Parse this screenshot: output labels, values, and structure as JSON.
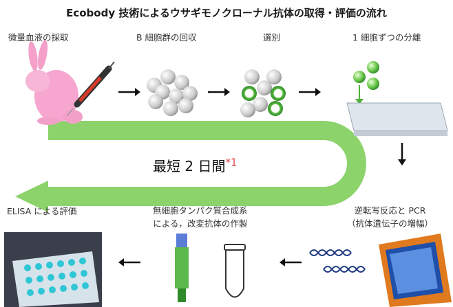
{
  "title": "Ecobody 技術によるウサギモノクローナル抗体の取得・評価の流れ",
  "steps": {
    "blood": "微量血液の採取",
    "bcell": "B 細胞群の回収",
    "select": "選別",
    "single": "1 細胞ずつの分離",
    "pcr_line1": "逆転写反応と PCR",
    "pcr_line2": "（抗体遺伝子の増幅）",
    "cellfree_line1": "無細胞タンパク質合成系",
    "cellfree_line2": "による，改変抗体の作製",
    "elisa": "ELISA による評価"
  },
  "duration": {
    "text": "最短 2 日間",
    "note": "*1"
  },
  "colors": {
    "band": "#8cd36b",
    "note": "#e2474e",
    "rabbit": "#f6a6cf"
  }
}
